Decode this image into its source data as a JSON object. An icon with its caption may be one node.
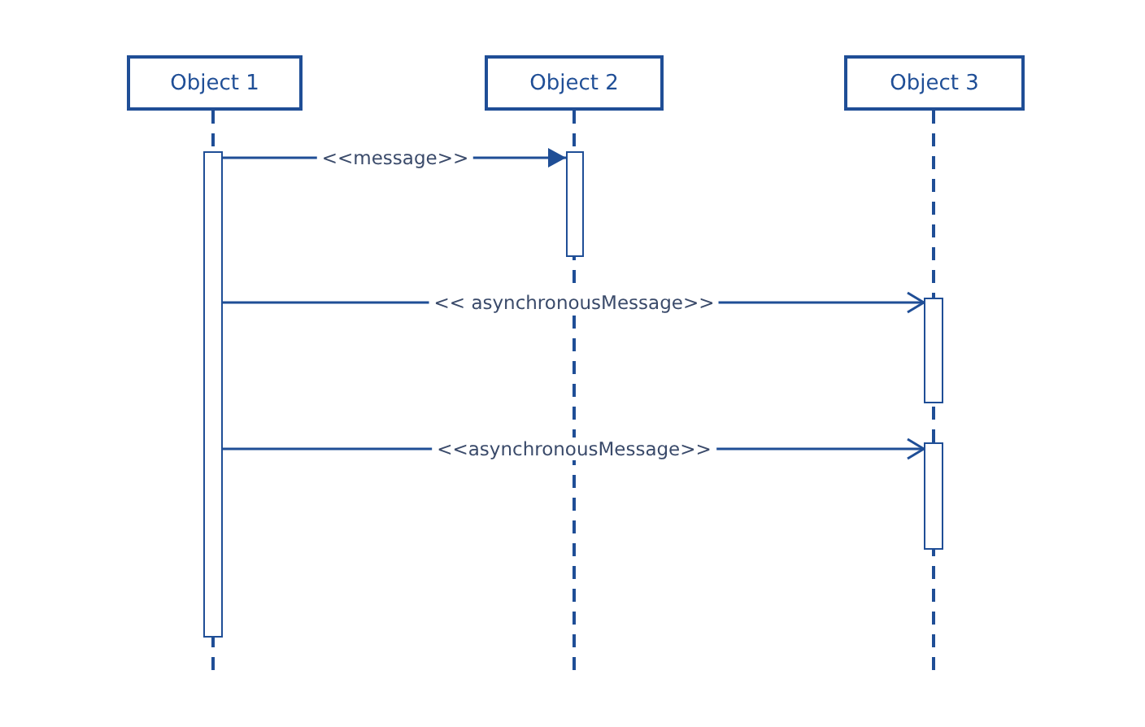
{
  "diagram": {
    "nodes": [
      {
        "text": [
          "Object 1"
        ]
      },
      {
        "text": [
          "Object 2"
        ]
      },
      {
        "text": [
          "Object 3"
        ]
      },
      {
        "text": [],
        "shape": "bar"
      },
      {
        "text": [],
        "shape": "bar"
      },
      {
        "text": [],
        "shape": "bar"
      },
      {
        "text": [],
        "shape": "bar"
      }
    ],
    "edges": [
      {
        "from": 3,
        "to": 4,
        "arrow": "to",
        "label": "<<message>>"
      },
      {
        "from": 3,
        "to": 5,
        "arrow": "to",
        "label": "<< asynchronousMessage>>"
      },
      {
        "from": 3,
        "to": 6,
        "arrow": "to",
        "label": "<<asynchronousMessage>>"
      }
    ]
  }
}
